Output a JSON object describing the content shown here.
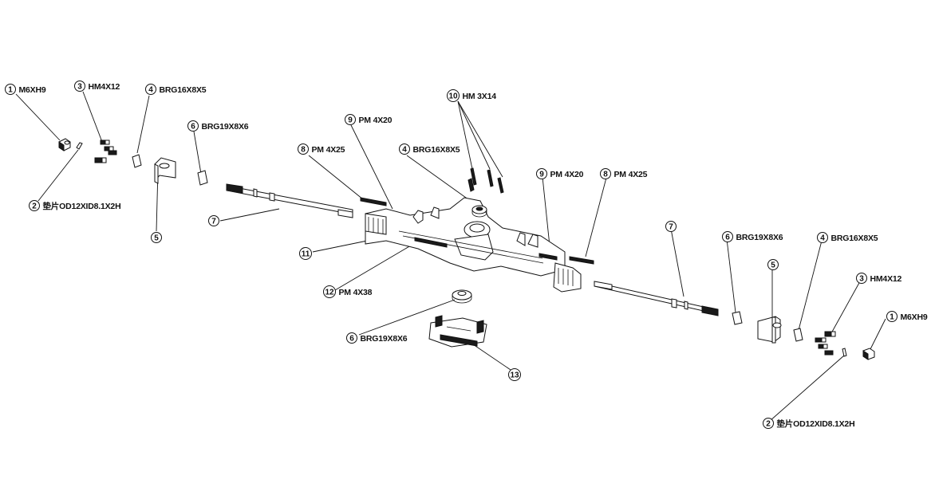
{
  "callouts": [
    {
      "id": "c1l",
      "num": "1",
      "text": "M6XH9"
    },
    {
      "id": "c2l",
      "num": "2",
      "text": "垫片OD12XID8.1X2H"
    },
    {
      "id": "c3l",
      "num": "3",
      "text": "HM4X12"
    },
    {
      "id": "c4l",
      "num": "4",
      "text": "BRG16X8X5"
    },
    {
      "id": "c5l",
      "num": "5",
      "text": ""
    },
    {
      "id": "c6l",
      "num": "6",
      "text": "BRG19X8X6"
    },
    {
      "id": "c7l",
      "num": "7",
      "text": ""
    },
    {
      "id": "c8l",
      "num": "8",
      "text": "PM 4X25"
    },
    {
      "id": "c9l",
      "num": "9",
      "text": "PM 4X20"
    },
    {
      "id": "c4m",
      "num": "4",
      "text": "BRG16X8X5"
    },
    {
      "id": "c10",
      "num": "10",
      "text": "HM 3X14"
    },
    {
      "id": "c11",
      "num": "11",
      "text": ""
    },
    {
      "id": "c12",
      "num": "12",
      "text": "PM 4X38"
    },
    {
      "id": "c6m",
      "num": "6",
      "text": "BRG19X8X6"
    },
    {
      "id": "c13",
      "num": "13",
      "text": ""
    },
    {
      "id": "c9r",
      "num": "9",
      "text": "PM 4X20"
    },
    {
      "id": "c8r",
      "num": "8",
      "text": "PM 4X25"
    },
    {
      "id": "c7r",
      "num": "7",
      "text": ""
    },
    {
      "id": "c6r",
      "num": "6",
      "text": "BRG19X8X6"
    },
    {
      "id": "c5r",
      "num": "5",
      "text": ""
    },
    {
      "id": "c4r",
      "num": "4",
      "text": "BRG16X8X5"
    },
    {
      "id": "c3r",
      "num": "3",
      "text": "HM4X12"
    },
    {
      "id": "c1r",
      "num": "1",
      "text": "M6XH9"
    },
    {
      "id": "c2r",
      "num": "2",
      "text": "垫片OD12XID8.1X2H"
    }
  ]
}
